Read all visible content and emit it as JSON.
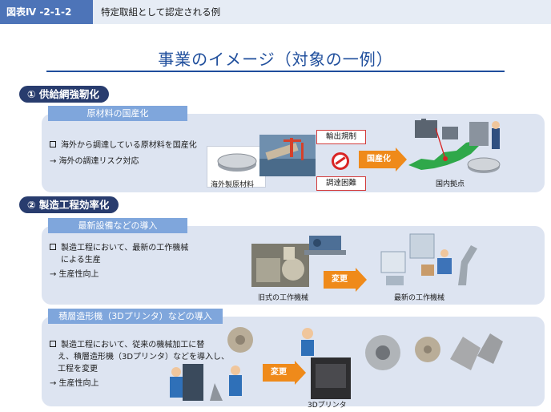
{
  "header": {
    "tag": "図表Ⅳ -2-1-2",
    "subtitle": "特定取組として認定される例"
  },
  "title": "事業のイメージ（対象の一例）",
  "sections": [
    {
      "label": "① 供給網強靭化",
      "panels": [
        {
          "tab": "原材料の国産化",
          "bullet": "海外から調達している原材料を国産化",
          "effect": "→  海外の調達リスク対応",
          "img_label_left": "海外製原材料",
          "reg_top": "輸出規制",
          "reg_bottom": "調達困難",
          "arrow": "国産化",
          "img_label_right": "国内拠点"
        }
      ]
    },
    {
      "label": "② 製造工程効率化",
      "panels": [
        {
          "tab": "最新設備などの導入",
          "bullet_line1": "製造工程において、最新の工作機械",
          "bullet_line2": "による生産",
          "effect": "→  生産性向上",
          "img_label_left": "旧式の工作機械",
          "arrow": "変更",
          "img_label_right": "最新の工作機械"
        },
        {
          "tab": "積層造形機（3Dプリンタ）などの導入",
          "bullet_line1": "製造工程において、従来の機械加工に替",
          "bullet_line2": "え、積層造形機（3Dプリンタ）などを導入し、",
          "bullet_line3": "工程を変更",
          "effect": "→  生産性向上",
          "arrow": "変更",
          "img_label_right": "3Dプリンタ"
        }
      ]
    }
  ],
  "colors": {
    "header_tag": "#4d74b8",
    "title": "#1f4e9c",
    "pill": "#283c6e",
    "panel": "#dde4f1",
    "tab": "#7fa6dc",
    "arrow": "#ef8a1a",
    "prohibit": "#d92424"
  }
}
